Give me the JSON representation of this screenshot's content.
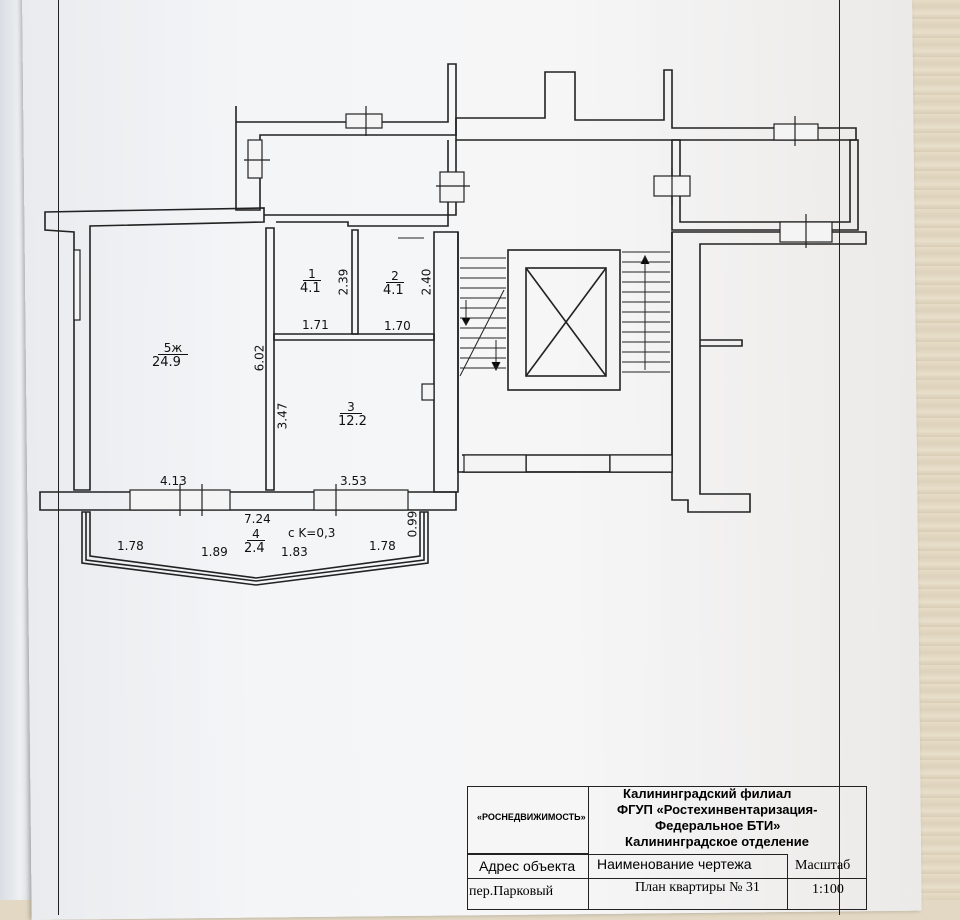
{
  "plan": {
    "rooms": [
      {
        "id": "1",
        "number": "1",
        "area": "4.1"
      },
      {
        "id": "2",
        "number": "2",
        "area": "4.1"
      },
      {
        "id": "3",
        "number": "3",
        "area": "12.2"
      },
      {
        "id": "4",
        "number": "4",
        "area": "2.4"
      },
      {
        "id": "5",
        "number": "5ж",
        "area": "24.9"
      }
    ],
    "dimensions": {
      "r1_height": "2.39",
      "r1_width": "1.71",
      "r2_height": "2.40",
      "r2_width": "1.70",
      "r5_height": "6.02",
      "r5_width": "4.13",
      "r3_height": "3.47",
      "r3_width": "3.53",
      "total_width": "7.24",
      "balcony_coef": "с K=0,3",
      "balcony_left": "1.78",
      "balcony_mid_left": "1.89",
      "balcony_mid_right": "1.83",
      "balcony_right": "1.78",
      "balcony_depth": "0.99"
    }
  },
  "stamp": {
    "agency": "«РОСНЕДВИЖИМОСТЬ»",
    "org_line1": "Калининградский филиал",
    "org_line2": "ФГУП «Ростехинвентаризация-",
    "org_line3": "Федеральное БТИ»",
    "org_line4": "Калининградское отделение",
    "address_header": "Адрес объекта",
    "drawing_header": "Наименование чертежа",
    "scale_header": "Масштаб",
    "address_value": "пер.Парковый",
    "drawing_value": "План квартиры № 31",
    "scale_value": "1:100"
  }
}
